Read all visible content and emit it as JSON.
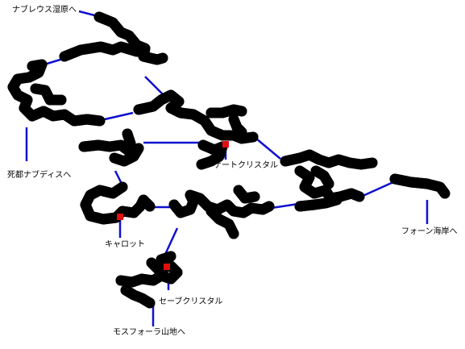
{
  "labels": {
    "nabureus": "ナブレウス湿原へ",
    "shito": "死都ナブディスへ",
    "gate_crystal": "ゲートクリスタル",
    "fawn_coast": "フォーン海岸へ",
    "carrot": "キャロット",
    "save_crystal": "セーブクリスタル",
    "mosfaura": "モスフォーラ山地へ"
  },
  "colors": {
    "connector": "#1010d0",
    "marker": "#e01010",
    "wall": "#000000",
    "floor": "#ffffff"
  }
}
